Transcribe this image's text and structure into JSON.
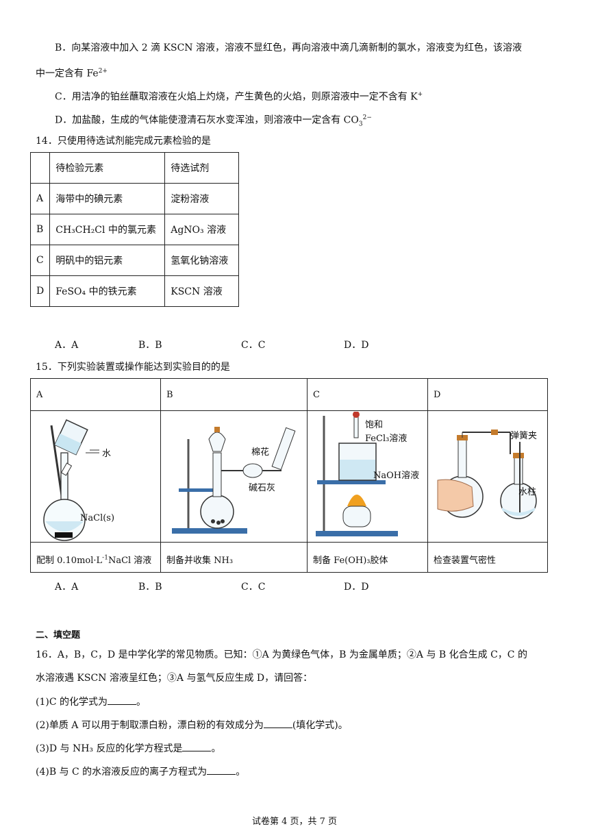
{
  "q13": {
    "optB_l1": "B．向某溶液中加入 2 滴 KSCN 溶液，溶液不显红色，再向溶液中滴几滴新制的氯水，溶液变为红色，该溶液",
    "optB_l2": "中一定含有 Fe",
    "optB_l2_sup": "2+",
    "optC": "C．用洁净的铂丝蘸取溶液在火焰上灼烧，产生黄色的火焰，则原溶液中一定不含有 K",
    "optC_sup": "+",
    "optD": "D．加盐酸，生成的气体能使澄清石灰水变浑浊，则溶液中一定含有 CO",
    "optD_sub": "3",
    "optD_sup": "2−"
  },
  "q14": {
    "stem": "14．只使用待选试剂能完成元素检验的是",
    "header": [
      "",
      "待检验元素",
      "待选试剂"
    ],
    "rows": [
      [
        "A",
        "海带中的碘元素",
        "淀粉溶液"
      ],
      [
        "B",
        "CH₃CH₂Cl  中的氯元素",
        "AgNO₃  溶液"
      ],
      [
        "C",
        "明矾中的铝元素",
        "氢氧化钠溶液"
      ],
      [
        "D",
        "FeSO₄  中的铁元素",
        "KSCN  溶液"
      ]
    ],
    "options": [
      "A．A",
      "B．B",
      "C．C",
      "D．D"
    ]
  },
  "q15": {
    "stem": "15．下列实验装置或操作能达到实验目的的是",
    "labels": [
      "A",
      "B",
      "C",
      "D"
    ],
    "captionA": "配制 0.10mol·L",
    "captionA_sup": "-1",
    "captionA_tail": "NaCl 溶液",
    "captions": [
      "制备并收集 NH₃",
      "制备 Fe(OH)₃胶体",
      "检查装置气密性"
    ],
    "annA": [
      "水",
      "NaCl(s)"
    ],
    "annB": [
      "棉花",
      "碱石灰"
    ],
    "annC": [
      "饱和",
      "FeCl₃溶液",
      "NaOH溶液"
    ],
    "annD": [
      "弹簧夹",
      "水柱"
    ],
    "options": [
      "A．A",
      "B．B",
      "C．C",
      "D．D"
    ]
  },
  "sec2": {
    "title": "二、填空题"
  },
  "q16": {
    "stem_l1": "16．A，B，C，D 是中学化学的常见物质。已知：①A 为黄绿色气体，B 为金属单质；②A 与 B 化合生成 C，C 的",
    "stem_l2": "水溶液遇 KSCN 溶液呈红色；③A 与氢气反应生成 D，请回答：",
    "p1a": "(1)C 的化学式为",
    "p1b": "。",
    "p2a": "(2)单质 A 可以用于制取漂白粉，漂白粉的有效成分为",
    "p2b": "(填化学式)。",
    "p3a": "(3)D 与 NH₃ 反应的化学方程式是",
    "p3b": "。",
    "p4a": "(4)B 与 C 的水溶液反应的离子方程式为",
    "p4b": "。"
  },
  "footer": "试卷第 4 页，共 7 页"
}
